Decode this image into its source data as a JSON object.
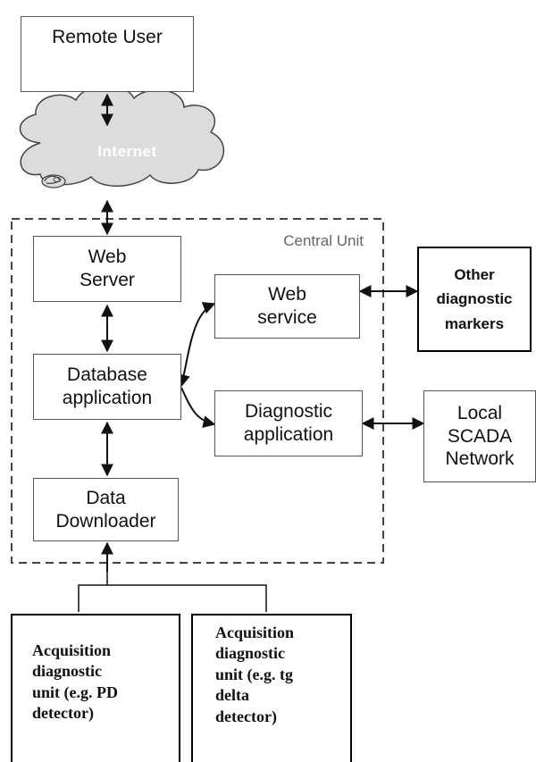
{
  "diagram": {
    "remote_user": "Remote User",
    "internet": "Internet",
    "central_unit": "Central Unit",
    "web_server": "Web\nServer",
    "web_service": "Web\nservice",
    "database_application": "Database\napplication",
    "diagnostic_application": "Diagnostic\napplication",
    "data_downloader": "Data\nDownloader",
    "other_markers": "Other\ndiagnostic\nmarkers",
    "local_scada": "Local\nSCADA\nNetwork",
    "acquisition_unit_1": "Acquisition\ndiagnostic\nunit (e.g. PD\ndetector)",
    "acquisition_unit_2": "Acquisition\ndiagnostic\nunit (e.g. tg\ndelta\ndetector)"
  },
  "colors": {
    "line": "#111111",
    "box_border": "#555555",
    "dashed_border": "#444444",
    "cloud_fill": "#dcdcdc",
    "central_label": "#666666"
  }
}
